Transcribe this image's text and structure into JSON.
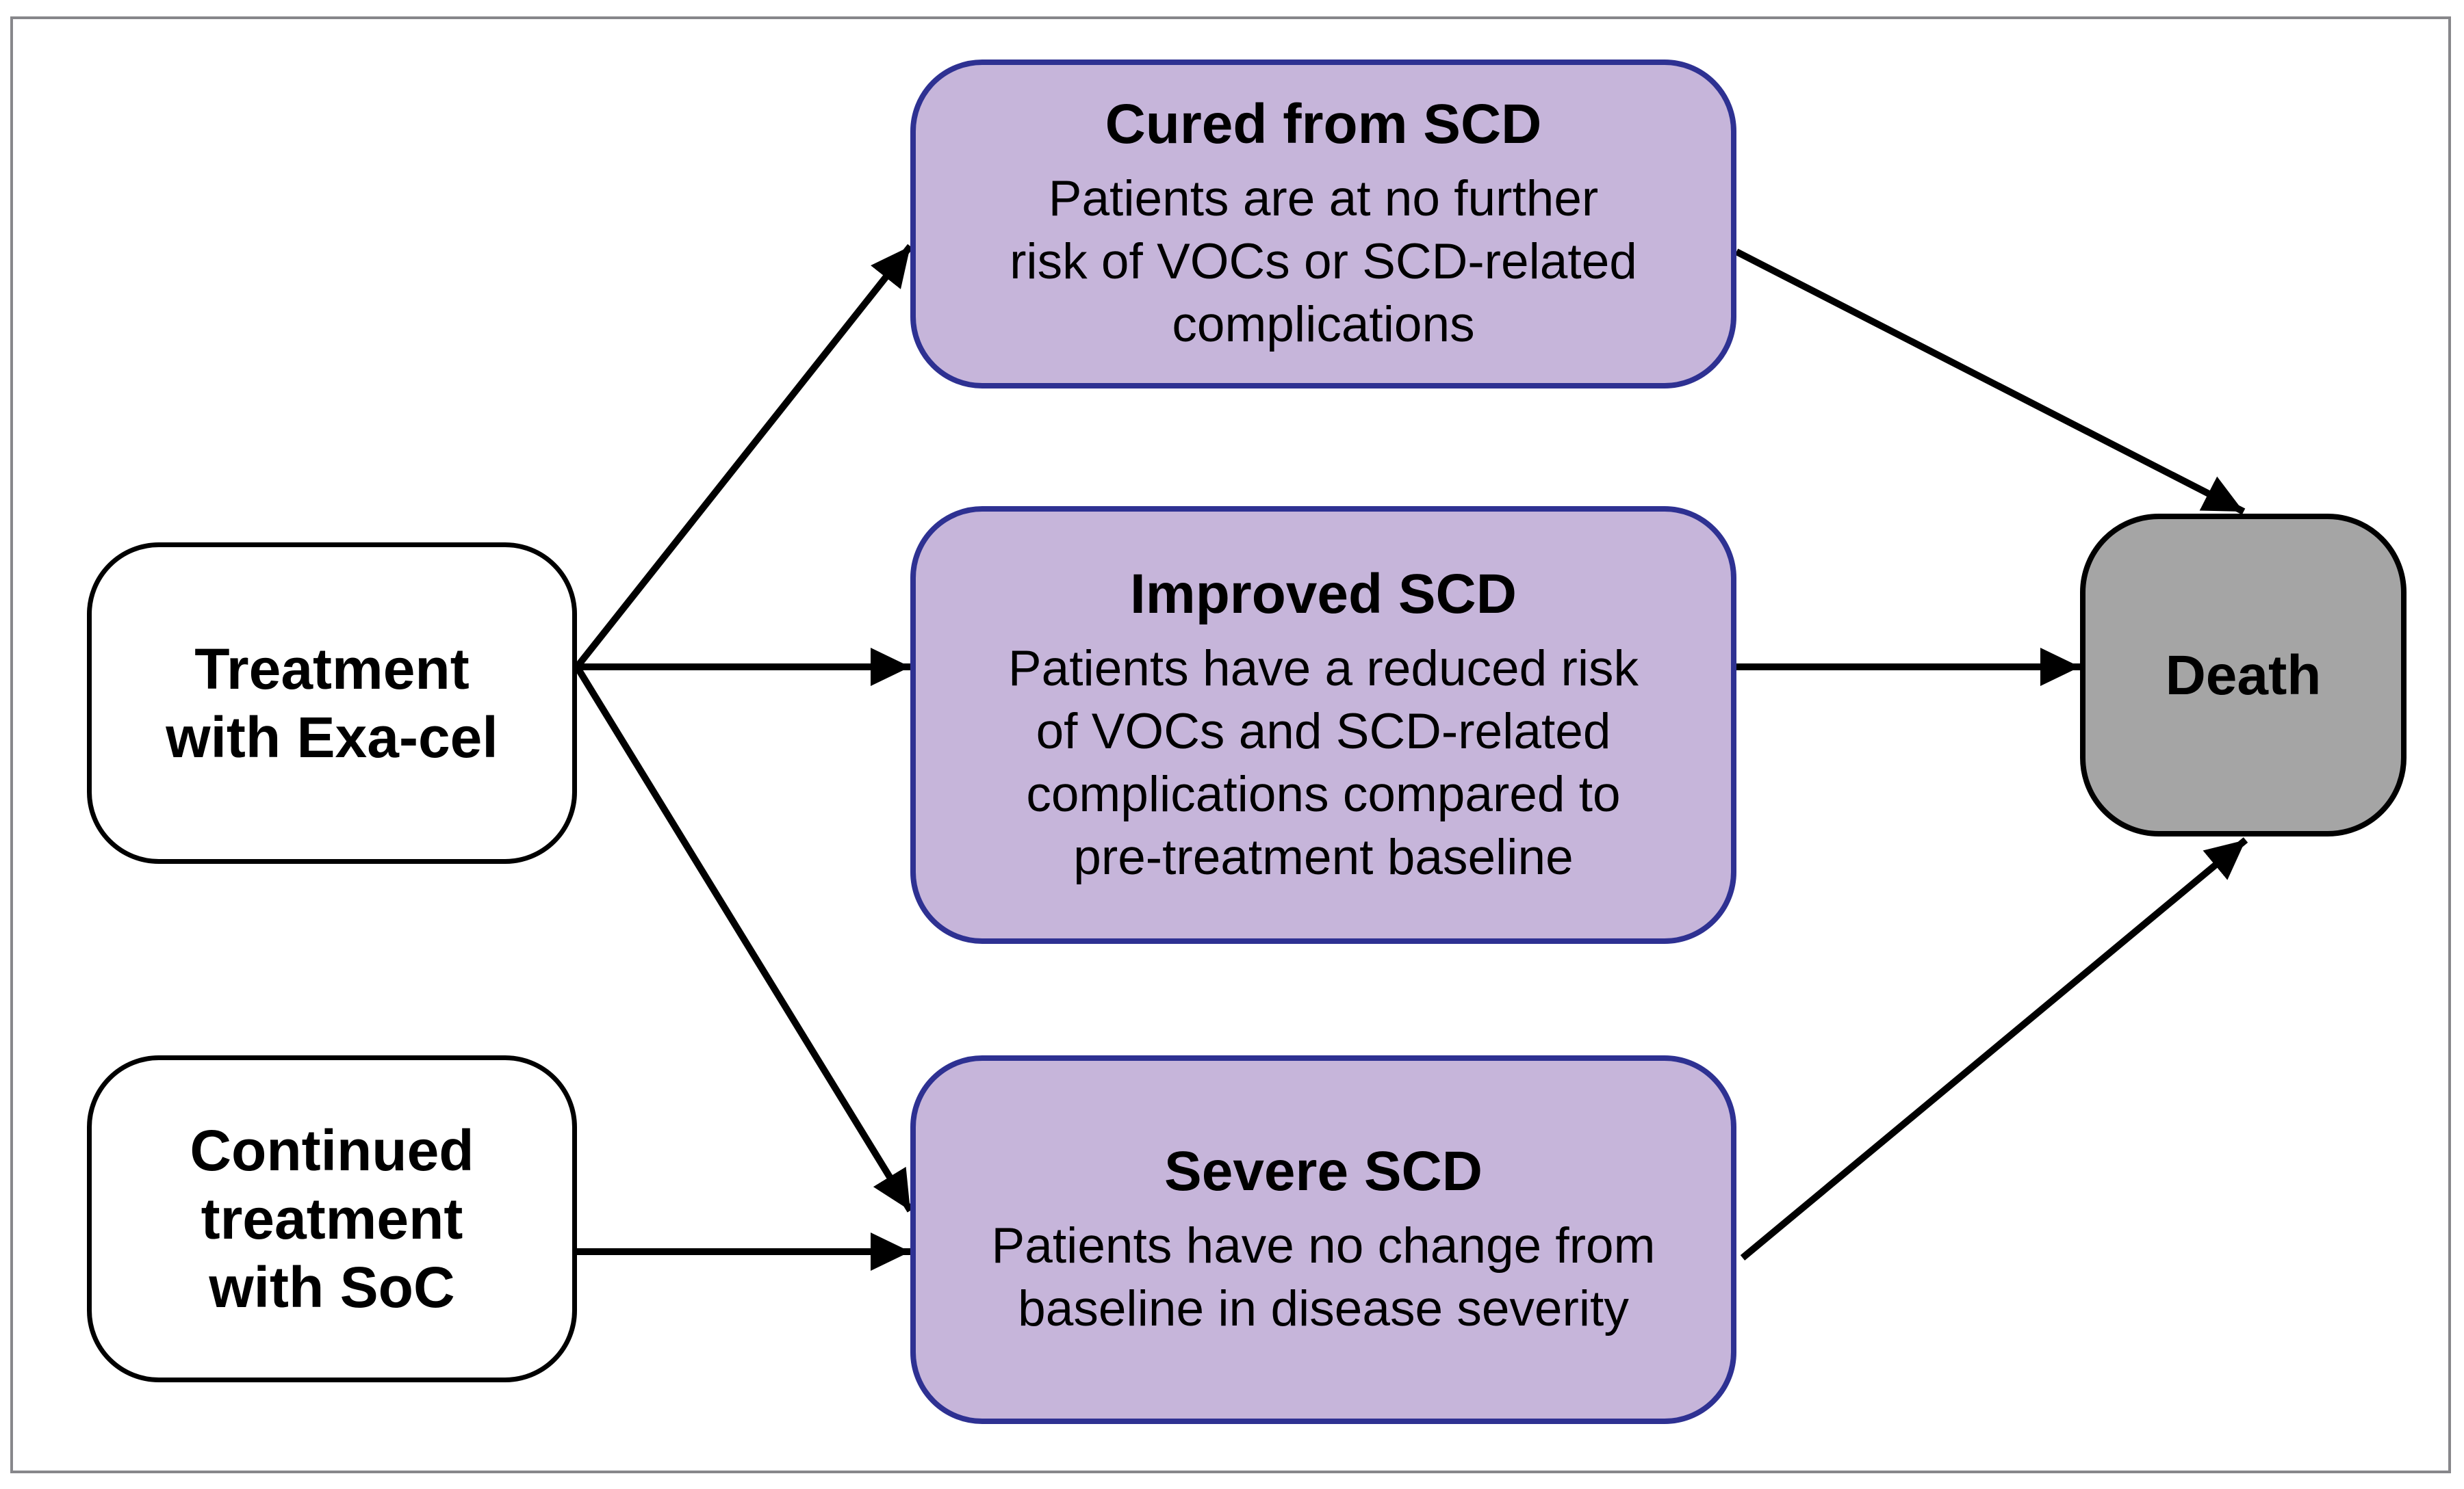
{
  "figure": {
    "type": "health-state-transition-diagram",
    "treatments": [
      {
        "label": "Treatment\nwith Exa-cel"
      },
      {
        "label": "Continued\ntreatment\nwith SoC"
      }
    ],
    "health_states": [
      {
        "title": "Cured from SCD",
        "description": "Patients are at no further\nrisk of VOCs or SCD-related\ncomplications"
      },
      {
        "title": "Improved SCD",
        "description": "Patients have a reduced risk\nof VOCs and SCD-related\ncomplications compared to\npre-treatment baseline"
      },
      {
        "title": "Severe SCD",
        "description": "Patients have no change from\nbaseline in disease severity"
      }
    ],
    "absorbing_state": {
      "label": "Death"
    },
    "transitions": [
      "Treatment with Exa-cel to Cured from SCD",
      "Treatment with Exa-cel to Improved SCD",
      "Treatment with Exa-cel to Severe SCD",
      "Continued treatment with SoC to Severe SCD",
      "Cured from SCD to Death",
      "Improved SCD to Death",
      "Severe SCD to Death"
    ],
    "colors": {
      "state_fill": "#C6B5DA",
      "state_border": "#2E3192",
      "death_fill": "#A5A5A5",
      "treatment_fill": "#FFFFFF",
      "black_border": "#000000",
      "arrow": "#000000",
      "frame_border": "#87878B"
    }
  }
}
